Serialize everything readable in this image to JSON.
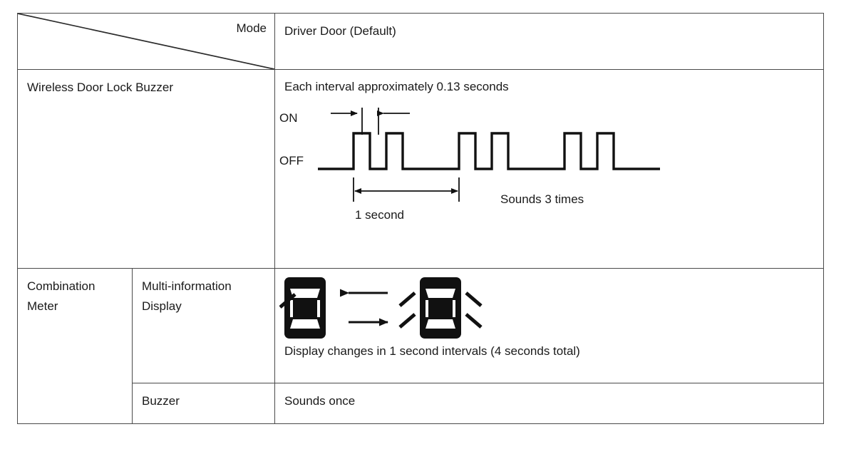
{
  "table": {
    "header": {
      "corner_label": "Mode",
      "mode_value": "Driver Door (Default)"
    },
    "rows": [
      {
        "id": "wireless-door-lock-buzzer",
        "label": "Wireless Door Lock Buzzer",
        "intro_text": "Each interval approximately 0.13 seconds",
        "diagram": {
          "on_label": "ON",
          "off_label": "OFF",
          "duration_label": "1 second",
          "repeat_label": "Sounds 3 times"
        }
      },
      {
        "id": "combination-meter",
        "label": "Combination Meter",
        "label_lines": [
          "Combination",
          "Meter"
        ],
        "sub_label": "Multi-information Display",
        "sub_label_lines": [
          "Multi-information",
          "Display"
        ],
        "caption": "Display changes in 1 second intervals (4 seconds total)"
      },
      {
        "id": "combination-meter-buzzer",
        "sub_label": "Buzzer",
        "value": "Sounds once"
      }
    ]
  },
  "chart_data": {
    "type": "line",
    "title": "Wireless Door Lock Buzzer timing chart",
    "xlabel": "",
    "ylabel": "",
    "ylevels": [
      "OFF",
      "ON"
    ],
    "pulse_width_seconds": 0.13,
    "cycle_seconds": 1,
    "repeat_count": 3,
    "pulses_per_cycle": 2,
    "total_pulses": 6,
    "annotations": [
      "Each interval approximately 0.13 seconds",
      "1 second",
      "Sounds 3 times"
    ]
  },
  "colors": {
    "border": "#4a4a4a",
    "ink": "#1a1a1a",
    "background": "#ffffff"
  }
}
